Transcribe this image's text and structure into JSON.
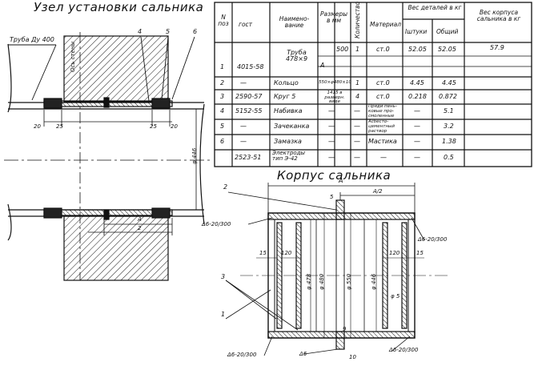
{
  "titles": {
    "left": "Узел установки сальника",
    "right": "Корпус сальника"
  },
  "left_view": {
    "pipe_label": "Труба Ду 400",
    "wall_axis": "Ось стены",
    "callouts": [
      "4",
      "5",
      "6"
    ],
    "dims": [
      "20",
      "25",
      "25",
      "20"
    ],
    "phi": "φ 446",
    "a_label": "А",
    "two_label": "2"
  },
  "table": {
    "headers": {
      "pos": "N поз",
      "gost": "гост",
      "name": "Наимено- вание",
      "size": "Размеры в мм",
      "qty": "Количество",
      "material": "Материал",
      "weight_details": "Вес деталей в кг",
      "pieces": "Iштуки",
      "total": "Общий",
      "body_weight": "Вес корпуса сальника в кг"
    },
    "rows": [
      {
        "pos": "1",
        "gost": "4015-58",
        "name": "Труба 478×9",
        "size": "А",
        "size2": "500",
        "qty": "1",
        "material": "ст.0",
        "piece": "52.05",
        "total": "52.05",
        "body": "57.9"
      },
      {
        "pos": "2",
        "gost": "—",
        "name": "Кольцо",
        "size": "550×φ480×10",
        "size2": "",
        "qty": "1",
        "material": "ст.0",
        "piece": "4.45",
        "total": "4.45",
        "body": ""
      },
      {
        "pos": "3",
        "gost": "2590-57",
        "name": "Круг 5",
        "size": "1415 в разверн. виде",
        "size2": "",
        "qty": "4",
        "material": "ст.0",
        "piece": "0.218",
        "total": "0.872",
        "body": ""
      },
      {
        "pos": "4",
        "gost": "5152-55",
        "name": "Набивка",
        "size": "—",
        "size2": "",
        "qty": "—",
        "material": "Пряди пень- ковые про- смоленные",
        "piece": "—",
        "total": "5.1",
        "body": ""
      },
      {
        "pos": "5",
        "gost": "—",
        "name": "Зачеканка",
        "size": "—",
        "size2": "",
        "qty": "—",
        "material": "Асбесто- цементный раствор",
        "piece": "—",
        "total": "3.2",
        "body": ""
      },
      {
        "pos": "6",
        "gost": "—",
        "name": "Замазка",
        "size": "—",
        "size2": "",
        "qty": "—",
        "material": "Мастика",
        "piece": "—",
        "total": "1.38",
        "body": ""
      },
      {
        "pos": "",
        "gost": "2523-51",
        "name": "Электроды тип Э-42",
        "size": "—",
        "size2": "",
        "qty": "—",
        "material": "—",
        "piece": "—",
        "total": "0.5",
        "body": ""
      }
    ]
  },
  "right_view": {
    "a": "А",
    "a2": "А/2",
    "callout_2": "2",
    "callout_3": "3",
    "callout_1": "1",
    "five": "5",
    "weld_tl": "Δ6-20/300",
    "weld_tr": "Δ6-20/300",
    "weld_bl": "Δ6-20/300",
    "weld_br": "Δ6-20/300",
    "weld_b": "Δ6",
    "d15_left": "15",
    "d15_right": "15",
    "d120_left": "120",
    "d120_right": "120",
    "phi478": "φ 478",
    "phi480": "φ 480",
    "phi550": "φ 550",
    "phi446": "φ 446",
    "phi5": "φ 5",
    "nine": "9",
    "ten": "10"
  }
}
